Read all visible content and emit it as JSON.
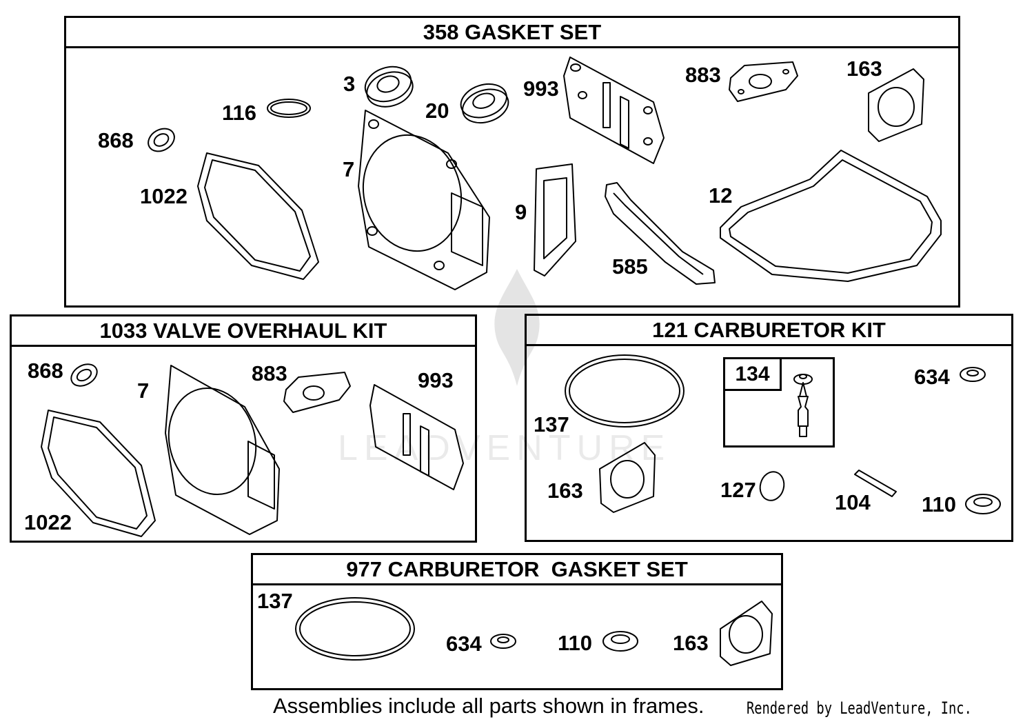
{
  "frames": {
    "gasket_set": "358 GASKET SET",
    "valve_kit": "1033 VALVE OVERHAUL KIT",
    "carb_kit": "121 CARBURETOR KIT",
    "carb_gasket_set": "977 CARBURETOR  GASKET SET"
  },
  "parts": {
    "gasket_set": {
      "p3": "3",
      "p20": "20",
      "p993": "993",
      "p883": "883",
      "p163": "163",
      "p116": "116",
      "p868": "868",
      "p7": "7",
      "p1022": "1022",
      "p9": "9",
      "p12": "12",
      "p585": "585"
    },
    "valve_kit": {
      "p868": "868",
      "p7": "7",
      "p883": "883",
      "p993": "993",
      "p1022": "1022"
    },
    "carb_kit": {
      "p134": "134",
      "p634": "634",
      "p137": "137",
      "p163": "163",
      "p127": "127",
      "p104": "104",
      "p110": "110"
    },
    "carb_gasket_set": {
      "p137": "137",
      "p634": "634",
      "p110": "110",
      "p163": "163"
    }
  },
  "footer": {
    "note": "Assemblies include all parts shown in frames.",
    "credit": "Rendered by LeadVenture, Inc."
  },
  "watermark": "LEADVENTURE"
}
